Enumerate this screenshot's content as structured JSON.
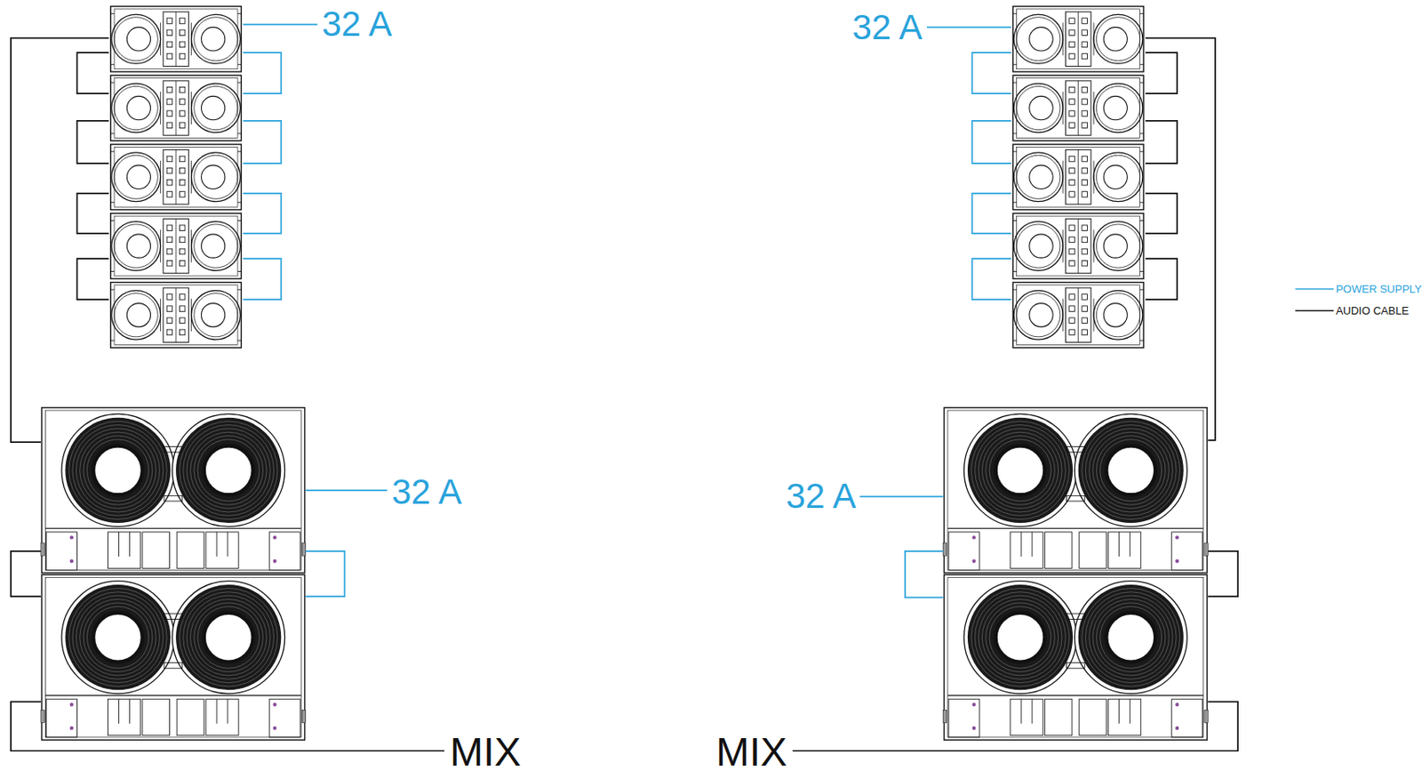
{
  "diagram": {
    "labels": [
      "32 A",
      "32 A",
      "32 A",
      "32 A",
      "MIX",
      "MIX"
    ],
    "legend": [
      {
        "text": "POWER SUPPLY"
      },
      {
        "text": "AUDIO CABLE"
      }
    ]
  }
}
